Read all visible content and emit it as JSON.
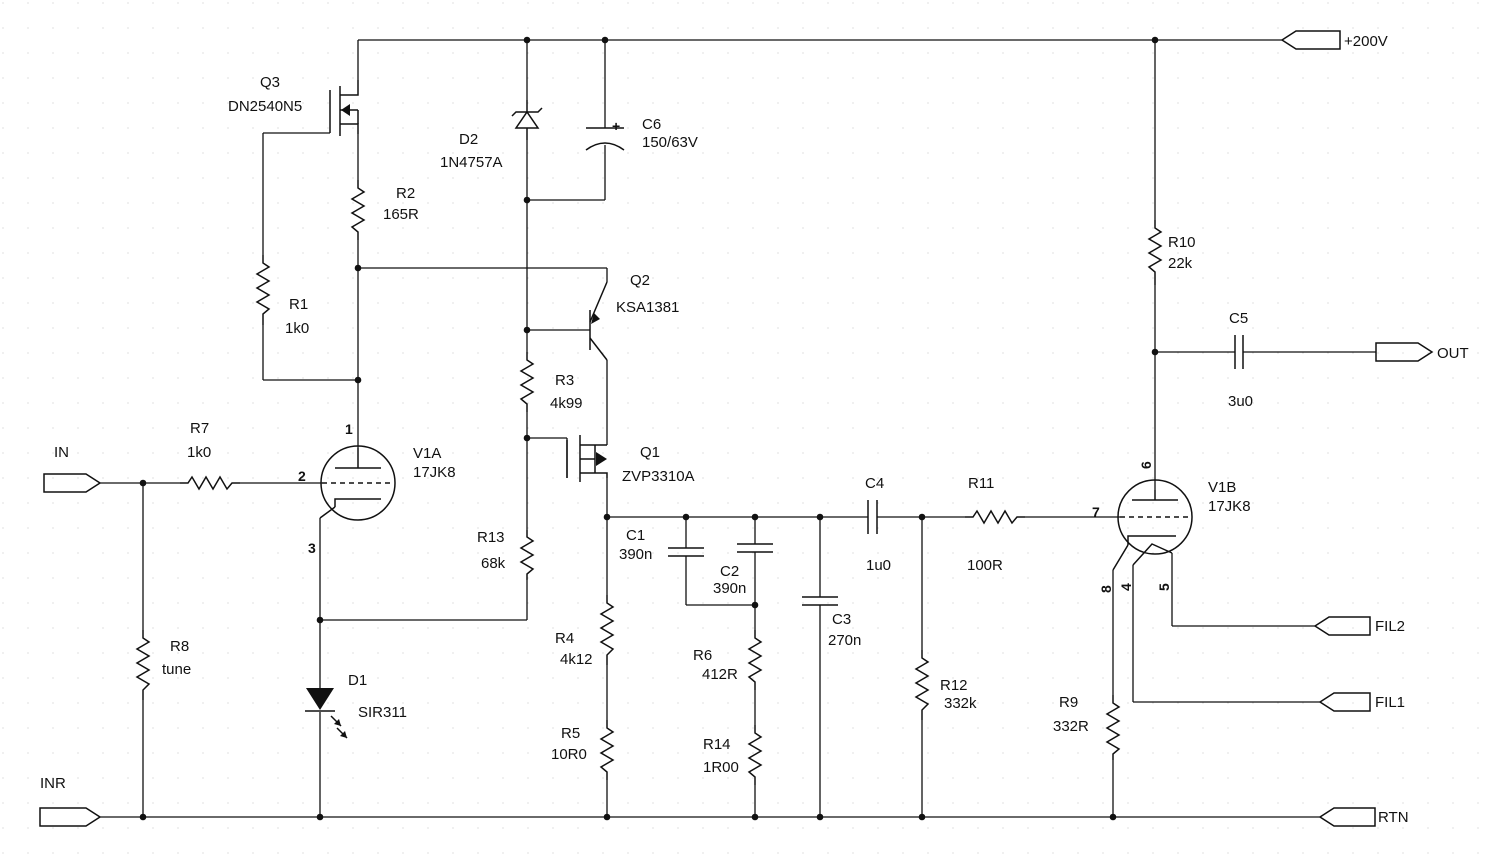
{
  "ports": {
    "in": "IN",
    "inr": "INR",
    "out": "OUT",
    "v200": "+200V",
    "fil1": "FIL1",
    "fil2": "FIL2",
    "rtn": "RTN"
  },
  "components": {
    "q3": {
      "ref": "Q3",
      "value": "DN2540N5"
    },
    "d2": {
      "ref": "D2",
      "value": "1N4757A"
    },
    "c6": {
      "ref": "C6",
      "value": "150/63V",
      "polarity": "+"
    },
    "r2": {
      "ref": "R2",
      "value": "165R"
    },
    "r1": {
      "ref": "R1",
      "value": "1k0"
    },
    "q2": {
      "ref": "Q2",
      "value": "KSA1381"
    },
    "r3": {
      "ref": "R3",
      "value": "4k99"
    },
    "q1": {
      "ref": "Q1",
      "value": "ZVP3310A"
    },
    "r7": {
      "ref": "R7",
      "value": "1k0"
    },
    "v1a": {
      "ref": "V1A",
      "value": "17JK8",
      "pins": {
        "plate": "1",
        "grid": "2",
        "cathode": "3"
      }
    },
    "r13": {
      "ref": "R13",
      "value": "68k"
    },
    "r8": {
      "ref": "R8",
      "value": "tune"
    },
    "d1": {
      "ref": "D1",
      "value": "SIR311"
    },
    "c1": {
      "ref": "C1",
      "value": "390n"
    },
    "c2": {
      "ref": "C2",
      "value": "390n"
    },
    "c3": {
      "ref": "C3",
      "value": "270n"
    },
    "c4": {
      "ref": "C4",
      "value": "1u0"
    },
    "r11": {
      "ref": "R11",
      "value": "100R"
    },
    "r4": {
      "ref": "R4",
      "value": "4k12"
    },
    "r5": {
      "ref": "R5",
      "value": "10R0"
    },
    "r6": {
      "ref": "R6",
      "value": "412R"
    },
    "r14": {
      "ref": "R14",
      "value": "1R00"
    },
    "r12": {
      "ref": "R12",
      "value": "332k"
    },
    "r10": {
      "ref": "R10",
      "value": "22k"
    },
    "c5": {
      "ref": "C5",
      "value": "3u0"
    },
    "v1b": {
      "ref": "V1B",
      "value": "17JK8",
      "pins": {
        "plate": "6",
        "grid": "7",
        "cathode": "8",
        "heater_a": "4",
        "heater_b": "5"
      }
    },
    "r9": {
      "ref": "R9",
      "value": "332R"
    }
  }
}
